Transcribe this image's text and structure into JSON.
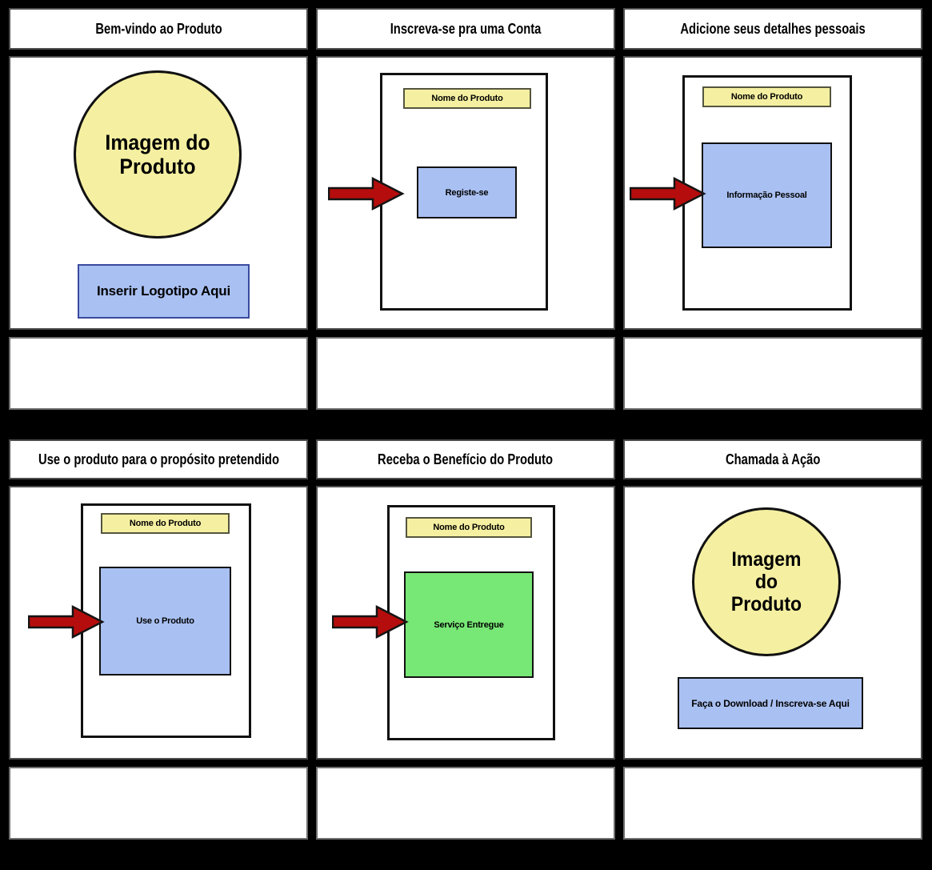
{
  "board": {
    "colors": {
      "background": "#000000",
      "cell_bg": "#ffffff",
      "cell_border": "#4d4d4d",
      "desc_border": "#6e6e6e",
      "shape_outline": "#111111",
      "ink": "#000000",
      "yellow_fill": "#f5f0a1",
      "yellow_border": "#55553f",
      "blue_fill": "#a9c0f2",
      "blue_border": "#3a4a9f",
      "green_fill": "#77e775",
      "red_fill": "#b50d0d",
      "red_outline": "#141414"
    },
    "cells": [
      {
        "title": "Bem-vindo ao Produto",
        "image_label": "Imagem do Produto",
        "cta_label": "Inserir Logotipo Aqui",
        "description": ""
      },
      {
        "title": "Inscreva-se pra uma Conta",
        "header_label": "Nome do Produto",
        "action_label": "Registe-se",
        "description": ""
      },
      {
        "title": "Adicione seus detalhes pessoais",
        "header_label": "Nome do Produto",
        "action_label": "Informação Pessoal",
        "description": ""
      },
      {
        "title": "Use o produto para o propósito pretendido",
        "header_label": "Nome do Produto",
        "action_label": "Use o Produto",
        "description": ""
      },
      {
        "title": "Receba o Benefício do Produto",
        "header_label": "Nome do Produto",
        "action_label": "Serviço Entregue",
        "description": ""
      },
      {
        "title": "Chamada à Ação",
        "image_label": "Imagem do Produto",
        "cta_label": "Faça o Download / Inscreva-se Aqui",
        "description": ""
      }
    ]
  }
}
